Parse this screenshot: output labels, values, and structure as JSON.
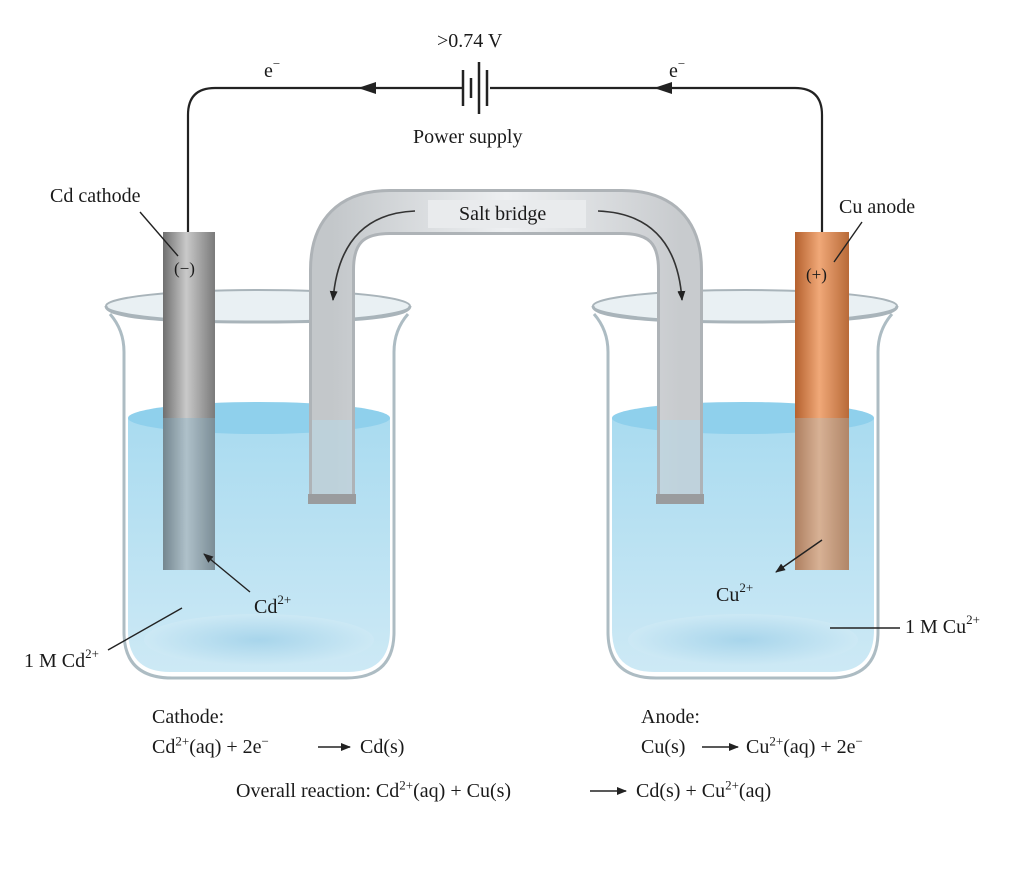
{
  "power_supply": {
    "voltage": ">0.74 V",
    "label": "Power supply"
  },
  "electron_left": {
    "base": "e",
    "sup": "−"
  },
  "electron_right": {
    "base": "e",
    "sup": "−"
  },
  "salt_bridge": {
    "label": "Salt bridge"
  },
  "cathode": {
    "label": "Cd cathode",
    "sign": "(−)"
  },
  "anode": {
    "label": "Cu anode",
    "sign": "(+)"
  },
  "left_ion": {
    "base": "Cd",
    "sup": "2+"
  },
  "right_ion": {
    "base": "Cu",
    "sup": "2+"
  },
  "left_solution": {
    "pre": "1 M Cd",
    "sup": "2+"
  },
  "right_solution": {
    "pre": "1 M Cu",
    "sup": "2+"
  },
  "cathode_eq": {
    "title": "Cathode:",
    "p1": "Cd",
    "s1": "2+",
    "p2": "(aq) + 2e",
    "s2": "−",
    "p3": "Cd(s)"
  },
  "anode_eq": {
    "title": "Anode:",
    "p1": "Cu(s)",
    "p2": "Cu",
    "s2": "2+",
    "p3": "(aq) + 2e",
    "s3": "−"
  },
  "overall": {
    "p1": "Overall reaction: Cd",
    "s1": "2+",
    "p2": "(aq) + Cu(s)",
    "p3": "Cd(s) + Cu",
    "s3": "2+",
    "p4": "(aq)"
  },
  "colors": {
    "solution": "#bfe3f3",
    "cadmium": "#9a9a9a",
    "copper": "#d98a55",
    "glass": "#dfe9ee",
    "bridge": "#dcdfe2"
  }
}
